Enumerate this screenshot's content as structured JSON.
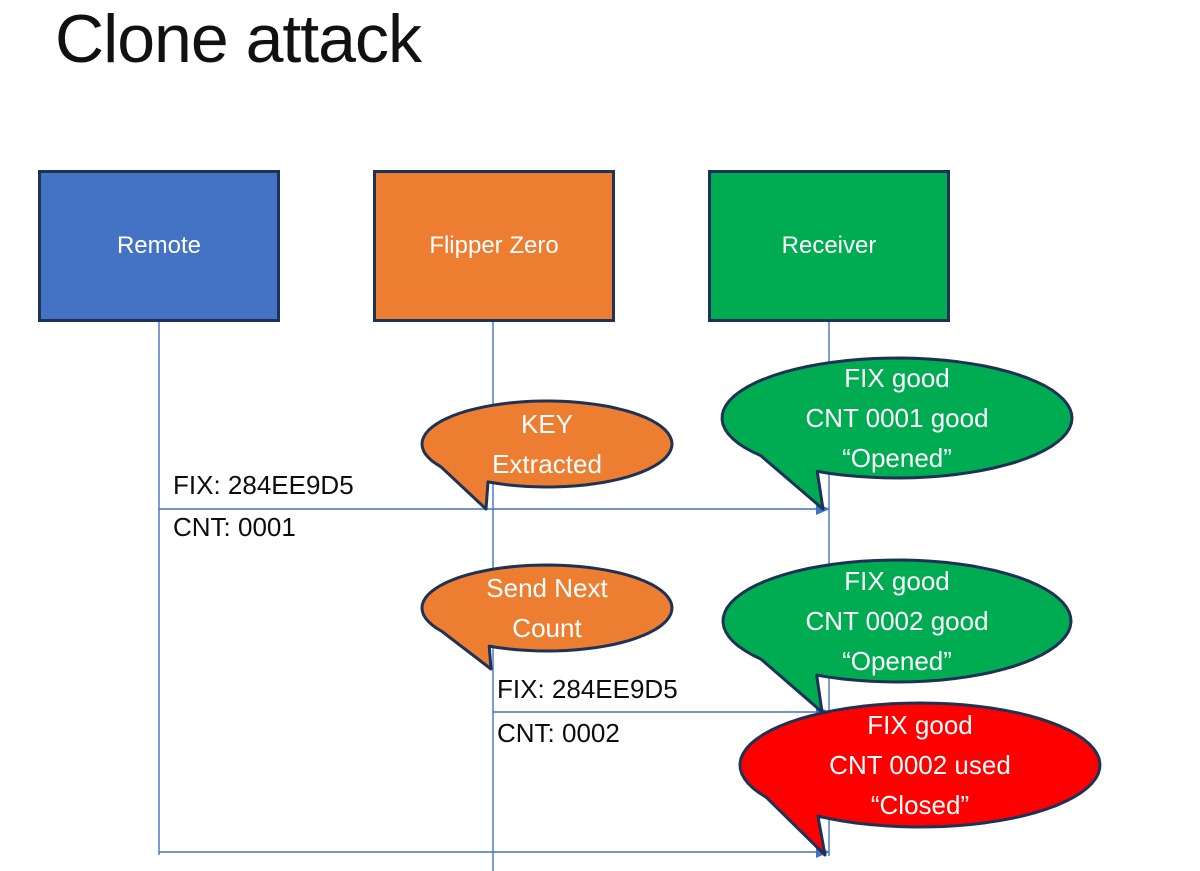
{
  "title": "Clone attack",
  "colors": {
    "blue": "#4472C4",
    "orange": "#ED7D31",
    "green": "#00AC51",
    "red": "#FF0000",
    "outline": "#1E3256",
    "line": "#4472C4",
    "text": "#0D0D0D"
  },
  "actors": [
    {
      "label": "Remote"
    },
    {
      "label": "Flipper Zero"
    },
    {
      "label": "Receiver"
    }
  ],
  "messages": [
    {
      "line1": "FIX: 284EE9D5",
      "line2": "CNT: 0001"
    },
    {
      "line1": "FIX: 284EE9D5",
      "line2": "CNT: 0002"
    }
  ],
  "callouts": [
    {
      "id": "key-extracted",
      "lines": [
        "KEY",
        "Extracted"
      ]
    },
    {
      "id": "cnt-0001-good",
      "lines": [
        "FIX good",
        "CNT 0001 good",
        "“Opened”"
      ]
    },
    {
      "id": "send-next-count",
      "lines": [
        "Send Next",
        "Count"
      ]
    },
    {
      "id": "cnt-0002-good",
      "lines": [
        "FIX good",
        "CNT 0002 good",
        "“Opened”"
      ]
    },
    {
      "id": "cnt-0002-used",
      "lines": [
        "FIX good",
        "CNT 0002 used",
        "“Closed”"
      ]
    }
  ]
}
